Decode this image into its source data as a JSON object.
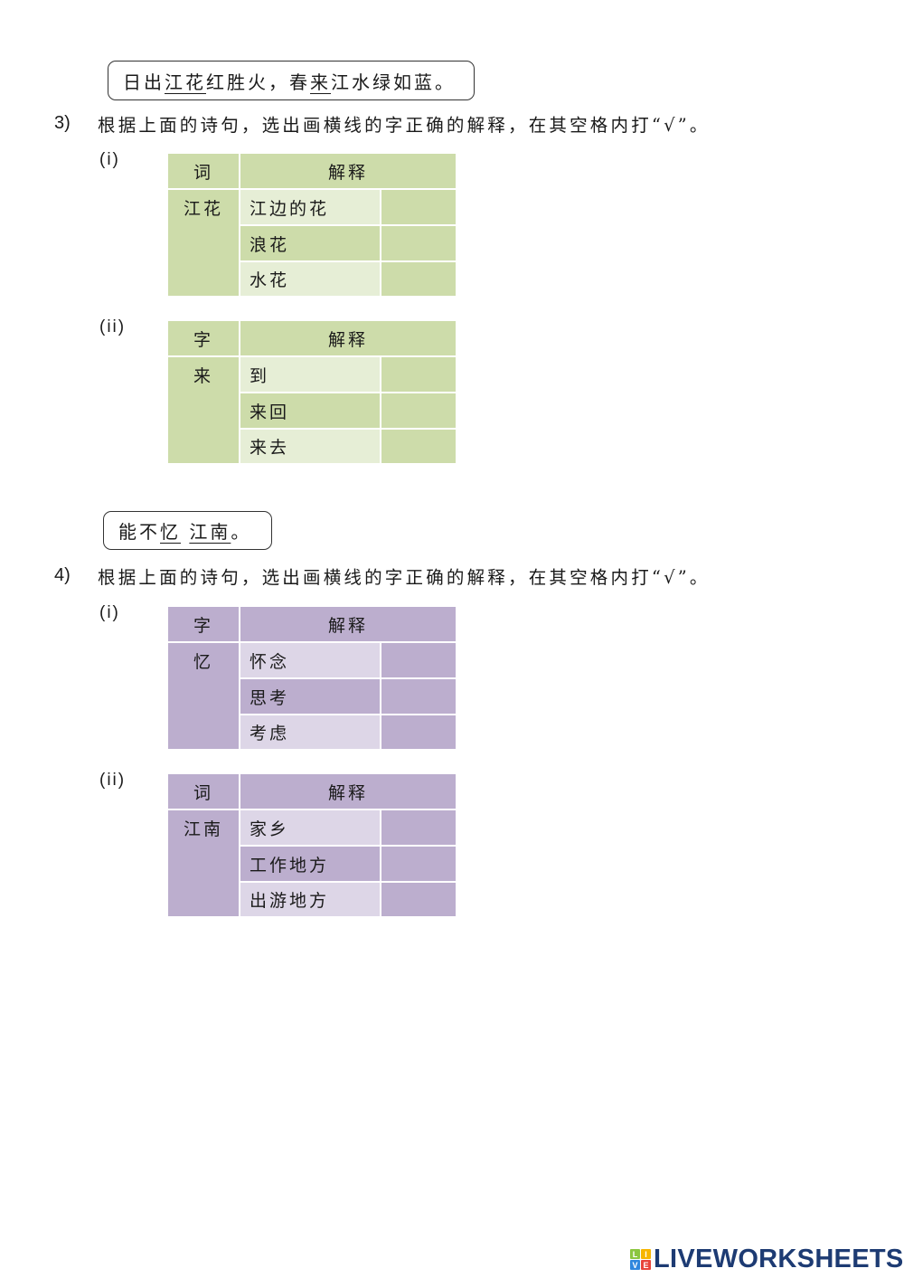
{
  "section3": {
    "poem": {
      "parts": [
        {
          "text": "日出",
          "underlined": false
        },
        {
          "text": "江花",
          "underlined": true
        },
        {
          "text": "红胜火，春",
          "underlined": false
        },
        {
          "text": "来",
          "underlined": true
        },
        {
          "text": "江水绿如蓝。",
          "underlined": false
        }
      ]
    },
    "question_number": "3)",
    "question_text": "根据上面的诗句，选出画横线的字正确的解释，在其空格内打“√”。",
    "tables": [
      {
        "label": "(i)",
        "header_word": "词",
        "header_explanation": "解释",
        "word": "江花",
        "options": [
          "江边的花",
          "浪花",
          "水花"
        ],
        "answers": [
          "",
          "",
          ""
        ]
      },
      {
        "label": "(ii)",
        "header_word": "字",
        "header_explanation": "解释",
        "word": "来",
        "options": [
          "到",
          "来回",
          "来去"
        ],
        "answers": [
          "",
          "",
          ""
        ]
      }
    ]
  },
  "section4": {
    "poem": {
      "parts": [
        {
          "text": "能不",
          "underlined": false
        },
        {
          "text": "忆",
          "underlined": true
        },
        {
          "text": " ",
          "underlined": false
        },
        {
          "text": "江南",
          "underlined": true
        },
        {
          "text": "。",
          "underlined": false
        }
      ]
    },
    "question_number": "4)",
    "question_text": "根据上面的诗句，选出画横线的字正确的解释，在其空格内打“√”。",
    "tables": [
      {
        "label": "(i)",
        "header_word": "字",
        "header_explanation": "解释",
        "word": "忆",
        "options": [
          "怀念",
          "思考",
          "考虑"
        ],
        "answers": [
          "",
          "",
          ""
        ]
      },
      {
        "label": "(ii)",
        "header_word": "词",
        "header_explanation": "解释",
        "word": "江南",
        "options": [
          "家乡",
          "工作地方",
          "出游地方"
        ],
        "answers": [
          "",
          "",
          ""
        ]
      }
    ]
  },
  "colors": {
    "green_dark": "#cddcaa",
    "green_light": "#e6eed6",
    "purple_dark": "#bcaece",
    "purple_light": "#ddd6e7",
    "logo_navy": "#1d3b73"
  },
  "footer": {
    "logo_blocks": [
      "L",
      "I",
      "V",
      "E"
    ],
    "logo_text": "LIVEWORKSHEETS"
  }
}
